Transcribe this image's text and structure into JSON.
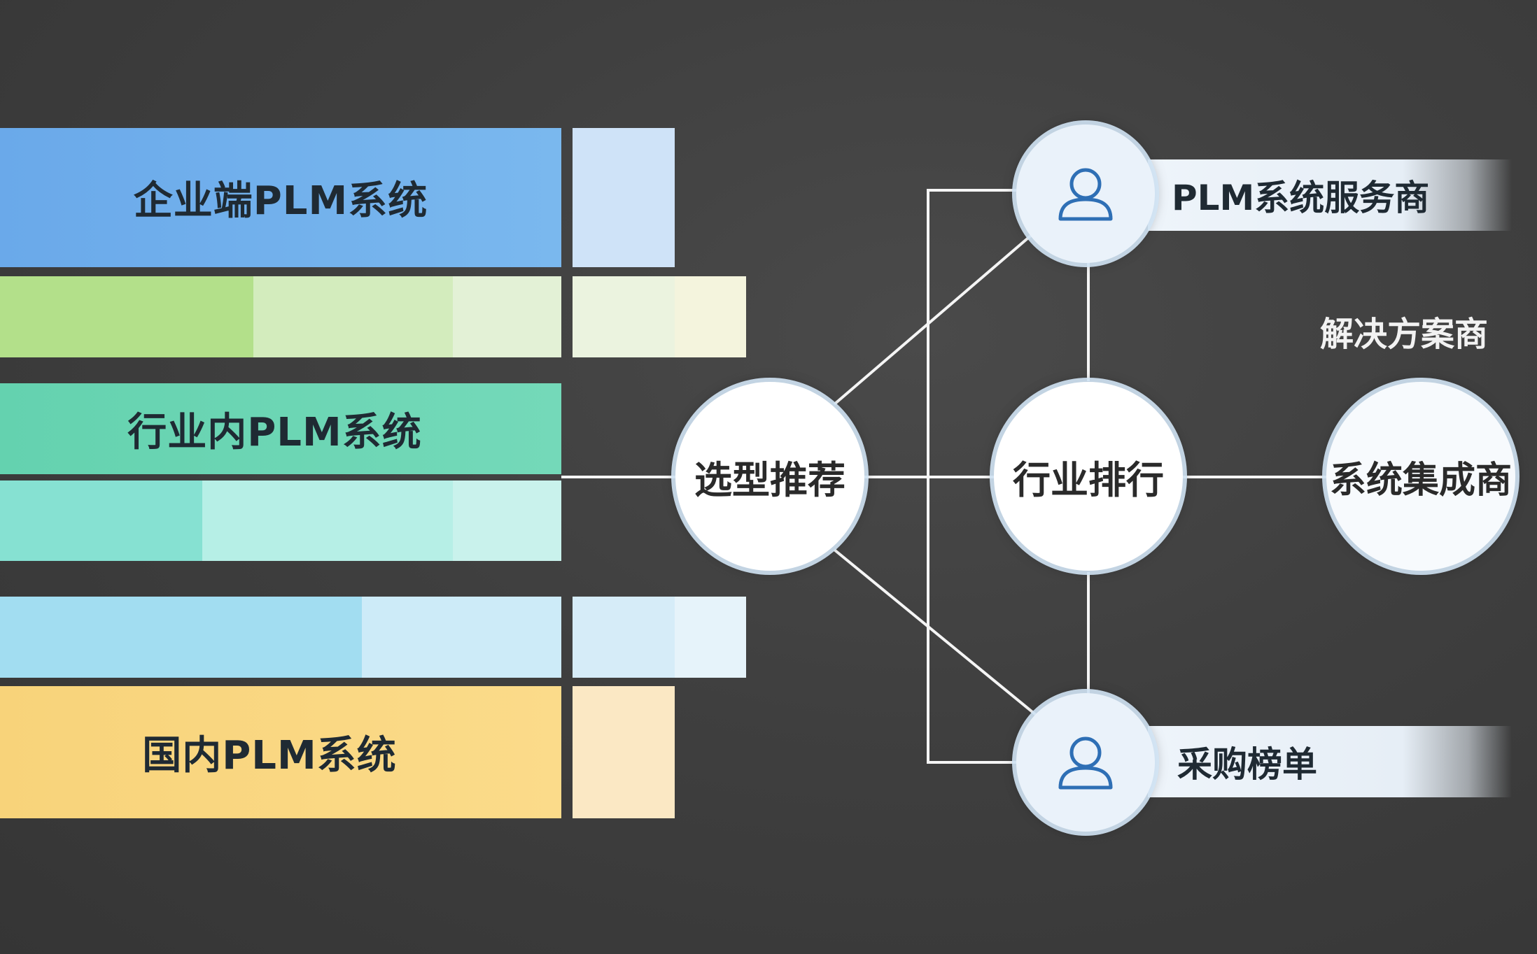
{
  "left_panel": {
    "bar_enterprise": "企业端PLM系统",
    "bar_industry": "行业内PLM系统",
    "bar_domestic": "国内PLM系统"
  },
  "hub": {
    "selection": "选型推荐",
    "ranking": "行业排行",
    "integrator": "系统集成商"
  },
  "right_panel": {
    "plm_vendor": "PLM系统服务商",
    "solution_vendor": "解决方案商",
    "purchase_list": "采购榜单"
  },
  "icons": {
    "top_node": "user-icon",
    "bottom_node": "user-icon"
  },
  "colors": {
    "background": "#404040",
    "blue": "#75b2ea",
    "green": "#b5e289",
    "teal": "#6ed6b4",
    "aqua": "#8ee4d8",
    "sky": "#a3def2",
    "yellow": "#fad67c",
    "icon_blue": "#2e6fb5"
  }
}
